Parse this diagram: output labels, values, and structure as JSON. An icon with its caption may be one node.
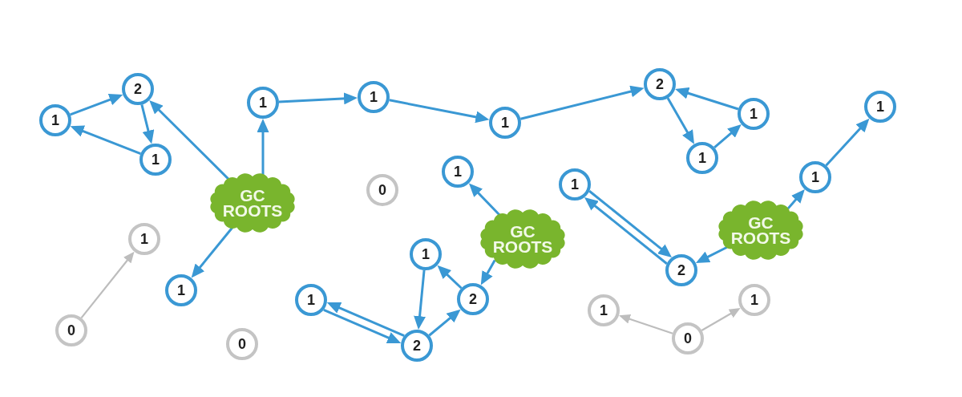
{
  "diagram": {
    "nodes": [
      {
        "text": [
          "2"
        ]
      },
      {
        "text": [
          "1"
        ]
      },
      {
        "text": [
          "1"
        ]
      },
      {
        "text": [
          "1"
        ]
      },
      {
        "text": [
          "1"
        ]
      },
      {
        "text": [
          "1"
        ]
      },
      {
        "text": [
          "2"
        ]
      },
      {
        "text": [
          "1"
        ]
      },
      {
        "text": [
          "1"
        ]
      },
      {
        "text": [
          "1"
        ]
      },
      {
        "text": [
          "GC ROOTS"
        ]
      },
      {
        "text": [
          "0"
        ]
      },
      {
        "text": [
          "1"
        ]
      },
      {
        "text": [
          "1"
        ]
      },
      {
        "text": [
          "1"
        ]
      },
      {
        "text": [
          "GC ROOTS"
        ]
      },
      {
        "text": [
          "GC ROOTS"
        ]
      },
      {
        "text": [
          "1"
        ]
      },
      {
        "text": [
          "1"
        ]
      },
      {
        "text": [
          "1"
        ]
      },
      {
        "text": [
          "2"
        ]
      },
      {
        "text": [
          "1"
        ]
      },
      {
        "text": [
          "2"
        ]
      },
      {
        "text": [
          "1"
        ]
      },
      {
        "text": [
          "1"
        ]
      },
      {
        "text": [
          "0"
        ]
      },
      {
        "text": [
          "0"
        ]
      },
      {
        "text": [
          "2"
        ]
      },
      {
        "text": [
          "0"
        ]
      }
    ],
    "edges": [
      {
        "from": 1,
        "to": 0,
        "arrow": "to"
      },
      {
        "from": 0,
        "to": 2,
        "arrow": "to"
      },
      {
        "from": 2,
        "to": 1,
        "arrow": "to"
      },
      {
        "from": 10,
        "to": 0,
        "arrow": "to"
      },
      {
        "from": 10,
        "to": 3,
        "arrow": "to"
      },
      {
        "from": 10,
        "to": 19,
        "arrow": "to"
      },
      {
        "from": 3,
        "to": 4,
        "arrow": "to"
      },
      {
        "from": 4,
        "to": 5,
        "arrow": "to"
      },
      {
        "from": 5,
        "to": 6,
        "arrow": "to"
      },
      {
        "from": 6,
        "to": 8,
        "arrow": "to"
      },
      {
        "from": 8,
        "to": 7,
        "arrow": "to"
      },
      {
        "from": 7,
        "to": 6,
        "arrow": "to"
      },
      {
        "from": 25,
        "to": 17,
        "arrow": "to",
        "color": "#bdbdbd"
      },
      {
        "from": 15,
        "to": 12,
        "arrow": "to"
      },
      {
        "from": 15,
        "to": 20,
        "arrow": "to"
      },
      {
        "from": 20,
        "to": 18,
        "arrow": "to"
      },
      {
        "from": 18,
        "to": 27,
        "arrow": "to"
      },
      {
        "from": 27,
        "to": 20,
        "arrow": "to"
      },
      {
        "from": 27,
        "to": 21,
        "arrow": "to"
      },
      {
        "from": 21,
        "to": 27,
        "arrow": "to"
      },
      {
        "from": 16,
        "to": 22,
        "arrow": "to"
      },
      {
        "from": 16,
        "to": 14,
        "arrow": "to"
      },
      {
        "from": 14,
        "to": 9,
        "arrow": "to"
      },
      {
        "from": 13,
        "to": 22,
        "arrow": "to"
      },
      {
        "from": 22,
        "to": 13,
        "arrow": "to"
      },
      {
        "from": 28,
        "to": 23,
        "arrow": "to",
        "color": "#bdbdbd"
      },
      {
        "from": 28,
        "to": 24,
        "arrow": "to",
        "color": "#bdbdbd"
      }
    ]
  }
}
